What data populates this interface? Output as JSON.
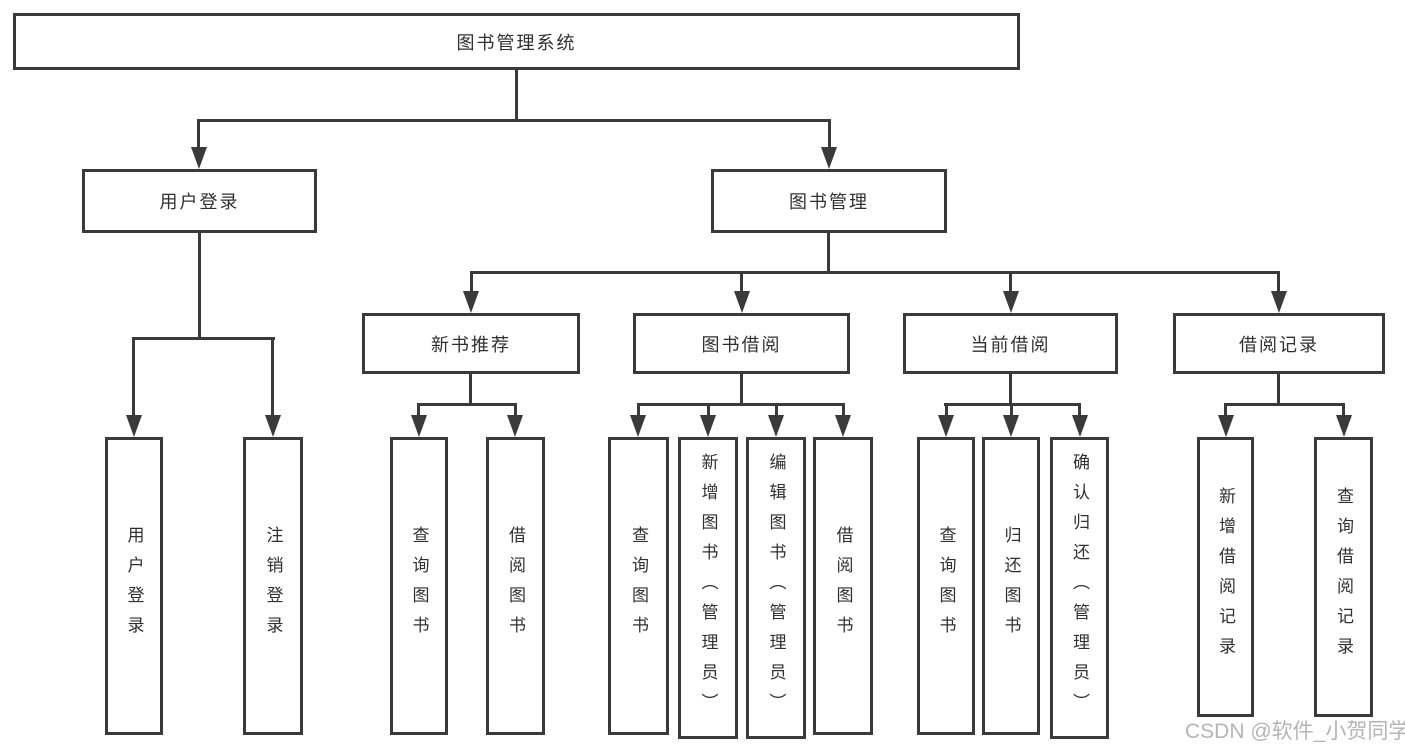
{
  "diagram": {
    "root": {
      "label": "图书管理系统"
    },
    "level2": [
      {
        "label": "用户登录"
      },
      {
        "label": "图书管理"
      }
    ],
    "level3": [
      {
        "label": "新书推荐"
      },
      {
        "label": "图书借阅"
      },
      {
        "label": "当前借阅"
      },
      {
        "label": "借阅记录"
      }
    ],
    "leaves": [
      {
        "label": "用户登录"
      },
      {
        "label": "注销登录"
      },
      {
        "label": "查询图书"
      },
      {
        "label": "借阅图书"
      },
      {
        "label": "查询图书"
      },
      {
        "label": "新增图书（管理员）"
      },
      {
        "label": "编辑图书（管理员）"
      },
      {
        "label": "借阅图书"
      },
      {
        "label": "查询图书"
      },
      {
        "label": "归还图书"
      },
      {
        "label": "确认归还（管理员）"
      },
      {
        "label": "新增借阅记录"
      },
      {
        "label": "查询借阅记录"
      }
    ],
    "watermark": "CSDN @软件_小贺同学",
    "colors": {
      "line": "#3a3a3a",
      "text": "#303030",
      "watermark": "#b5b5b5",
      "background": "#ffffff"
    }
  }
}
